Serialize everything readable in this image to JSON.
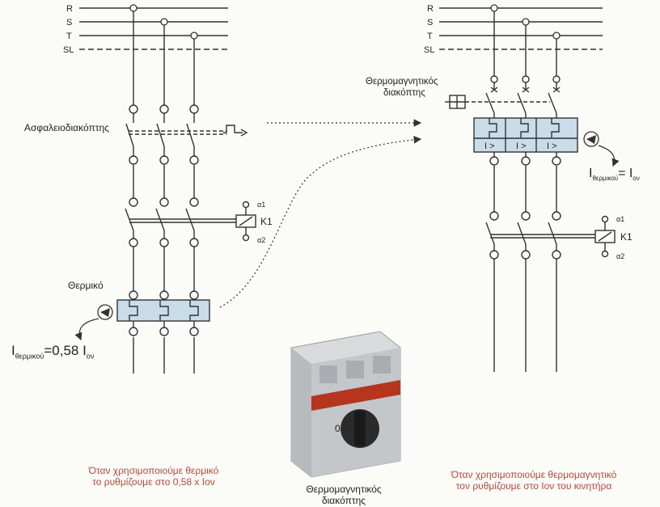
{
  "bus_labels": [
    "R",
    "S",
    "T",
    "SL"
  ],
  "left": {
    "breaker_label": "Ασφαλειοδιακόπτης",
    "contactor_coil": "K1",
    "coil_terminal_top": "α1",
    "coil_terminal_bottom": "α2",
    "thermal_label": "Θερμικό",
    "formula_main": "I",
    "formula_sub": "θερμικού",
    "formula_rest": "=0,58  I",
    "formula_sub2": "ον",
    "caption_line1": "Όταν χρησιμοποιούμε θερμικό",
    "caption_line2": "το ρυθμίζουμε στο 0,58 x Ιον"
  },
  "right": {
    "breaker_label_line1": "Θερμομαγνητικός",
    "breaker_label_line2": "διακόπτης",
    "trip_symbol": "I >",
    "contactor_coil": "K1",
    "coil_terminal_top": "α1",
    "coil_terminal_bottom": "α2",
    "formula_main": "I",
    "formula_sub": "θερμικού",
    "formula_rest": "= I",
    "formula_sub2": "ον",
    "caption_line1": "Όταν χρησιμοποιούμε θερμομαγνητικό",
    "caption_line2": "τον ρυθμίζουμε στο Ιον του κινητήρα"
  },
  "photo_caption_line1": "Θερμομαγνητικός",
  "photo_caption_line2": "διακόπτης",
  "colors": {
    "caption": "#b24a3a",
    "box_fill": "#c9dcea",
    "line": "#333333"
  }
}
